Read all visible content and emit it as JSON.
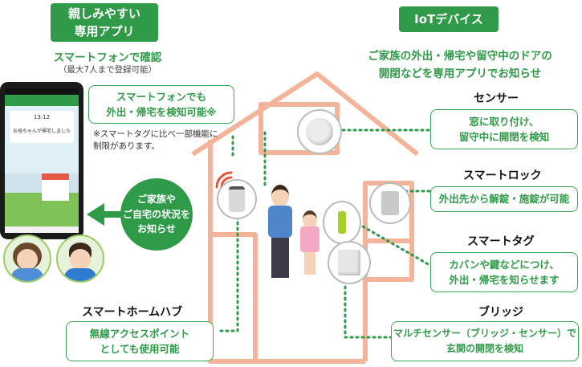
{
  "app_tag": "親しみやすい\n専用アプリ",
  "app_desc": "スマートフォンで確認",
  "app_sub": "（最大7人まで登録可能）",
  "iot_tag": "IoTデバイス",
  "iot_desc": "ご家族の外出・帰宅や留守中のドアの\n開閉などを専用アプリでお知らせ",
  "detect_callout": "スマートフォンでも\n外出・帰宅を検知可能※",
  "note": "※スマートタグに比べ一部機能に\n制限があります。",
  "notify_circle": "ご家族や\nご自宅の状況を\nお知らせ",
  "phone": {
    "time": "13:12",
    "message": "お母ちゃんが帰宅しました"
  },
  "devices": {
    "sensor": {
      "title": "センサー",
      "desc": "窓に取り付け、\n留守中に開閉を検知"
    },
    "lock": {
      "title": "スマートロック",
      "desc": "外出先から解錠・施錠が可能"
    },
    "tag": {
      "title": "スマートタグ",
      "desc": "カバンや鍵などにつけ、\n外出・帰宅を知らせます"
    },
    "bridge": {
      "title": "ブリッジ",
      "desc": "マルチセンサー（ブリッジ・センサー）で\n玄関の開閉を検知"
    },
    "hub": {
      "title": "スマートホームハブ",
      "desc": "無線アクセスポイント\nとしても使用可能"
    }
  },
  "colors": {
    "green": "#2f9a48",
    "house": "#f3b49a"
  }
}
